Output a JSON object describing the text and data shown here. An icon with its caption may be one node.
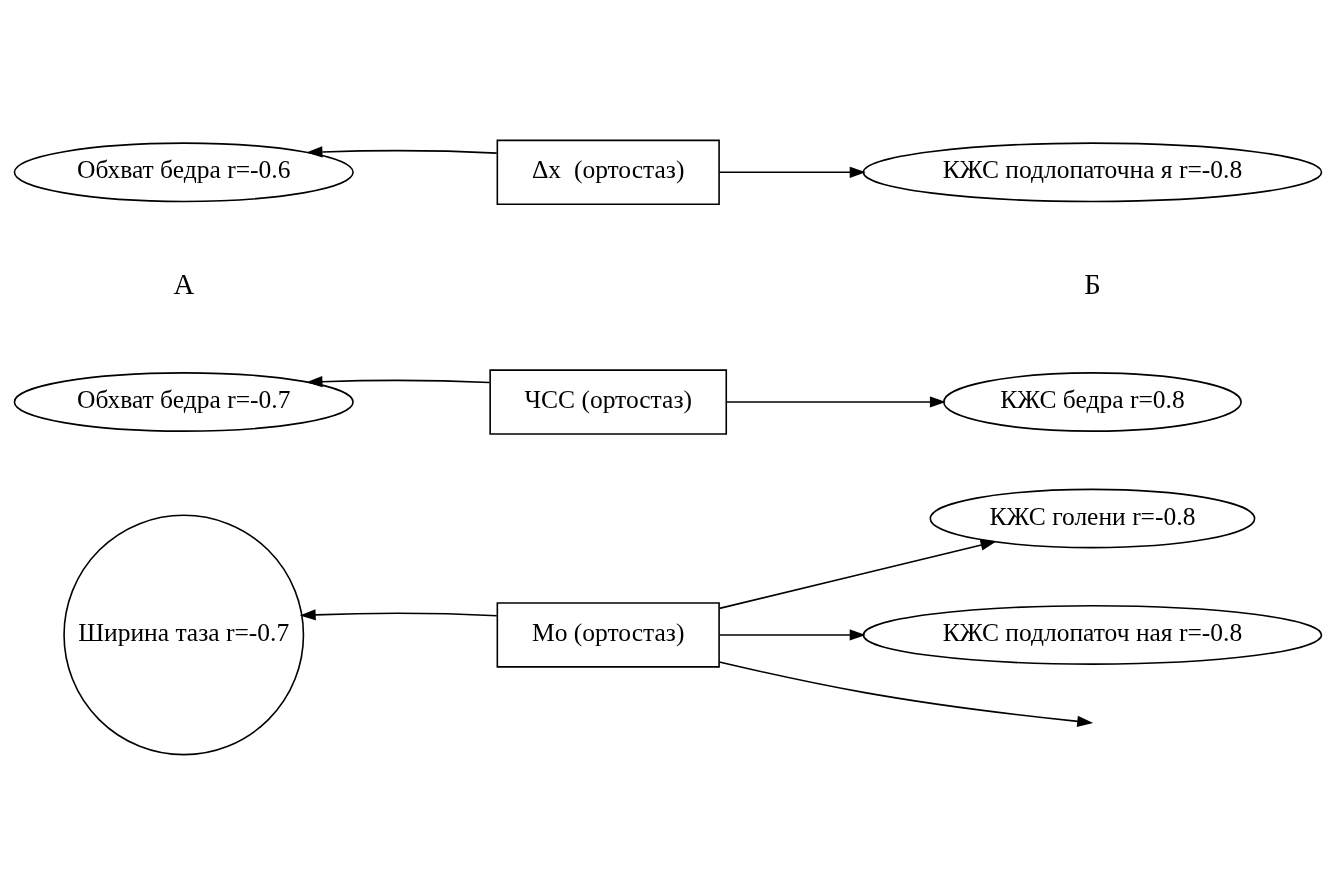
{
  "diagram": {
    "nodes": [
      {
        "text": [
          "Ширина таза r=-0.7"
        ]
      },
      {
        "text": [
          "Mo (ортостаз)"
        ]
      },
      {
        "text": [
          "КЖС голени r=-0.8"
        ]
      },
      {
        "text": [
          "КЖС подлопаточ ная r=-0.8"
        ]
      },
      {
        "text": [
          "Обхват бедра r=-0.7"
        ]
      },
      {
        "text": [
          "ЧСС (ортостаз)"
        ]
      },
      {
        "text": [
          "КЖС бедра r=0.8"
        ]
      },
      {
        "text": [
          "Обхват бедра r=-0.6"
        ]
      },
      {
        "text": [
          "Δx  (ортостаз)"
        ]
      },
      {
        "text": [
          "КЖС подлопаточна я r=-0.8"
        ]
      }
    ],
    "edges": [
      {
        "from": 1,
        "to": 0,
        "arrow": "to"
      },
      {
        "from": 1,
        "to": null,
        "arrow": "to"
      },
      {
        "from": 1,
        "to": 2,
        "arrow": "to"
      },
      {
        "from": 1,
        "to": 3,
        "arrow": "to"
      },
      {
        "from": 5,
        "to": 4,
        "arrow": "to"
      },
      {
        "from": 5,
        "to": 6,
        "arrow": "to"
      },
      {
        "from": 8,
        "to": 7,
        "arrow": "to"
      },
      {
        "from": 8,
        "to": 9,
        "arrow": "to"
      }
    ],
    "labels": [
      "А",
      "Б"
    ]
  }
}
